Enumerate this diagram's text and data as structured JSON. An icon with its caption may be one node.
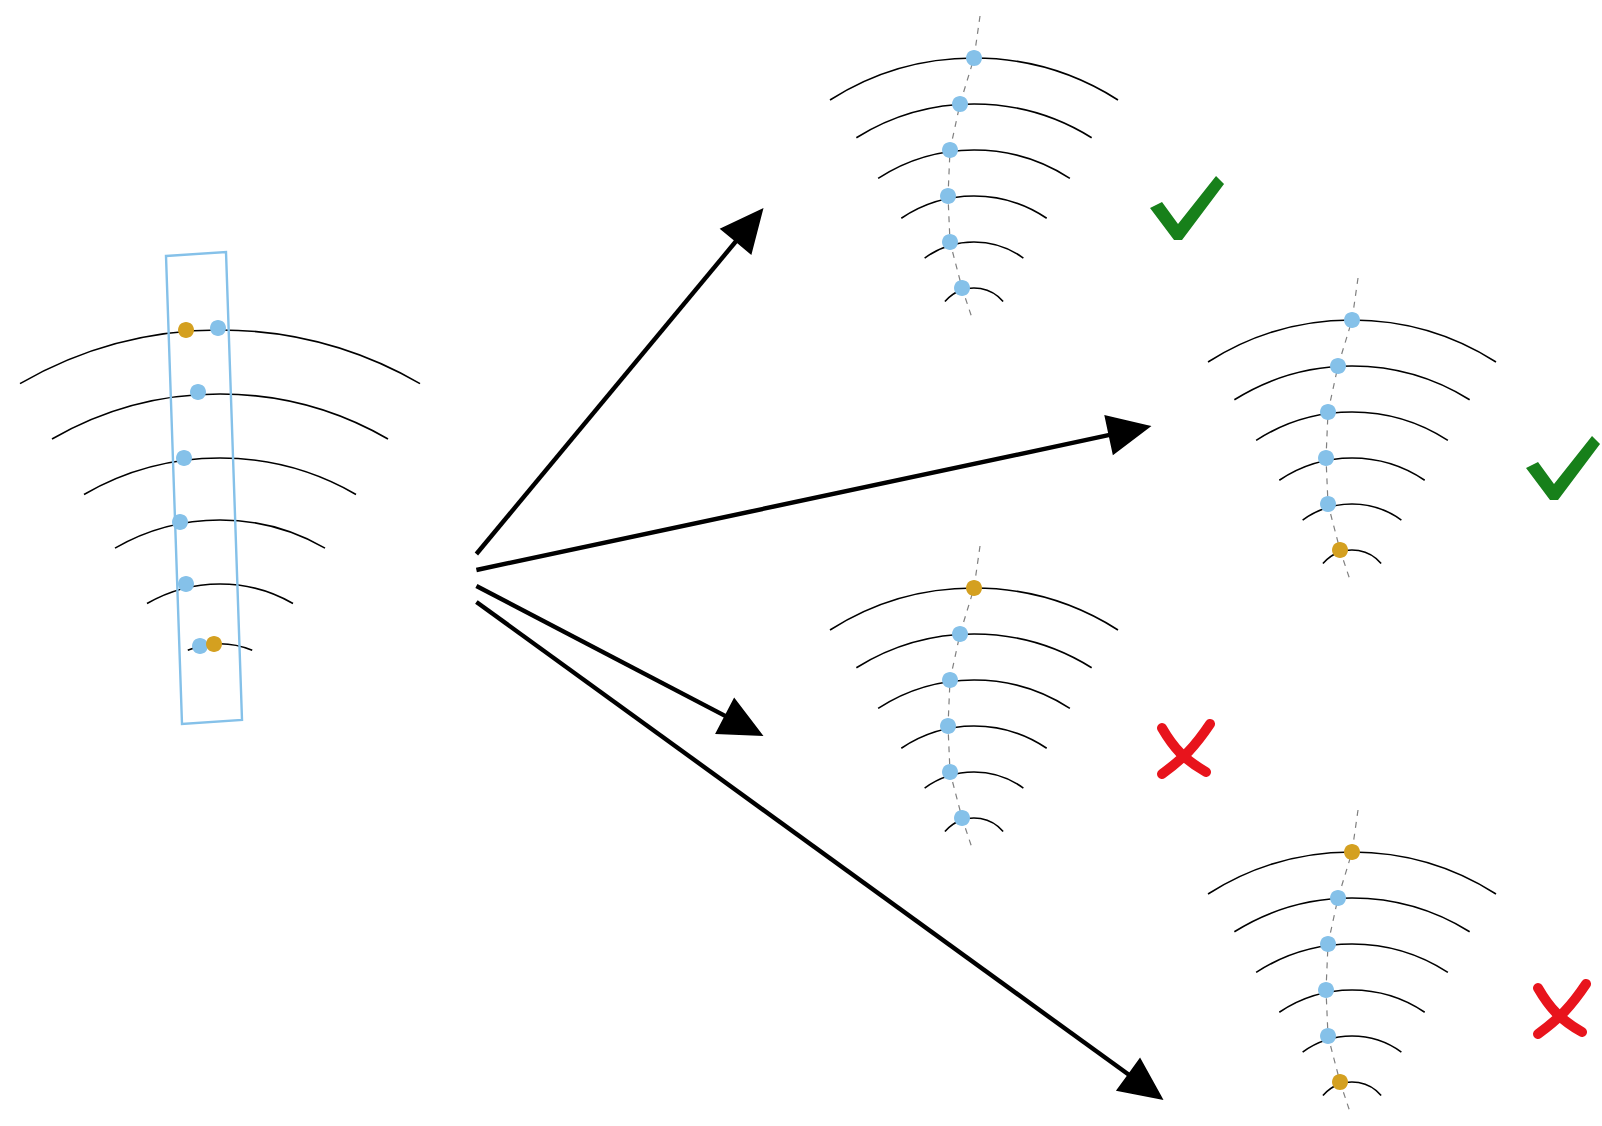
{
  "diagram": {
    "nodes": [
      {
        "text": [],
        "shape": "picture"
      },
      {
        "text": [],
        "shape": "picture"
      },
      {
        "text": [],
        "shape": "picture"
      },
      {
        "text": [],
        "shape": "picture"
      },
      {
        "text": [],
        "shape": "picture"
      }
    ],
    "edges": [
      {
        "from": 0,
        "to": 1,
        "arrow": "to"
      },
      {
        "from": 0,
        "to": 2,
        "arrow": "to"
      },
      {
        "from": 0,
        "to": 3,
        "arrow": "to"
      },
      {
        "from": 0,
        "to": 4,
        "arrow": "to"
      }
    ]
  }
}
